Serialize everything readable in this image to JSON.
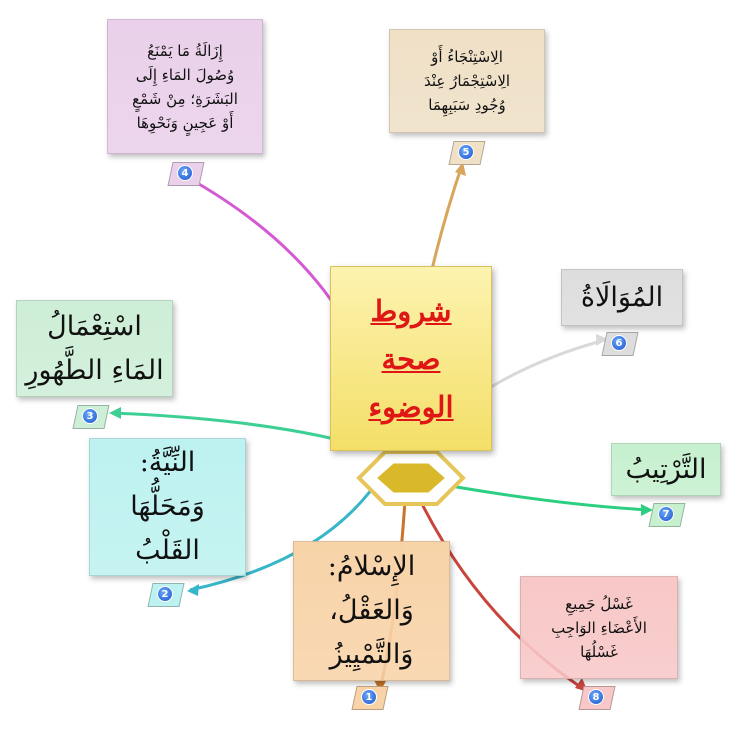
{
  "center": {
    "lines": [
      "شروط",
      "صحة",
      "الوضوء"
    ],
    "color": "#e01515"
  },
  "nodes": [
    {
      "number": "1",
      "lines": [
        "الإِسْلامُ:",
        "وَالعَقْلُ،",
        "وَالتَّمْيِيزُ"
      ],
      "color": "#f8d3a8",
      "link": "#c9742a"
    },
    {
      "number": "2",
      "lines": [
        "النِّيَّةُ:",
        "وَمَحَلُّهَا",
        "القَلْبُ"
      ],
      "color": "#bdf2f0",
      "link": "#38b6c9"
    },
    {
      "number": "3",
      "lines": [
        "اسْتِعْمَالُ",
        "المَاءِ الطَّهُورِ"
      ],
      "color": "#cdeed7",
      "link": "#3ecf95"
    },
    {
      "number": "4",
      "lines": [
        "إِزَالَةُ مَا يَمْنَعُ",
        "وُصُولَ المَاءِ إِلَى",
        "البَشَرَةِ؛ مِنْ شَمْعٍ",
        "أَوْ عَجِينٍ وَنَحْوِهَا"
      ],
      "color": "#ead0ea",
      "link": "#d35ad3"
    },
    {
      "number": "5",
      "lines": [
        "الِاسْتِنْجَاءُ أَوْ",
        "الِاسْتِجْمَارُ عِنْدَ",
        "وُجُودِ سَبَبِهِمَا"
      ],
      "color": "#efe0c6",
      "link": "#d8a55c"
    },
    {
      "number": "6",
      "lines": [
        "المُوَالَاةُ"
      ],
      "color": "#dddddd",
      "link": "#d9d9d9"
    },
    {
      "number": "7",
      "lines": [
        "التَّرْتِيبُ"
      ],
      "color": "#c6f0cf",
      "link": "#2ccf82"
    },
    {
      "number": "8",
      "lines": [
        "غَسْلُ جَمِيعِ",
        "الأَعْضَاءِ الوَاجِبِ",
        "غَسْلُهَا"
      ],
      "color": "#f8c7c7",
      "link": "#c9453c"
    }
  ]
}
